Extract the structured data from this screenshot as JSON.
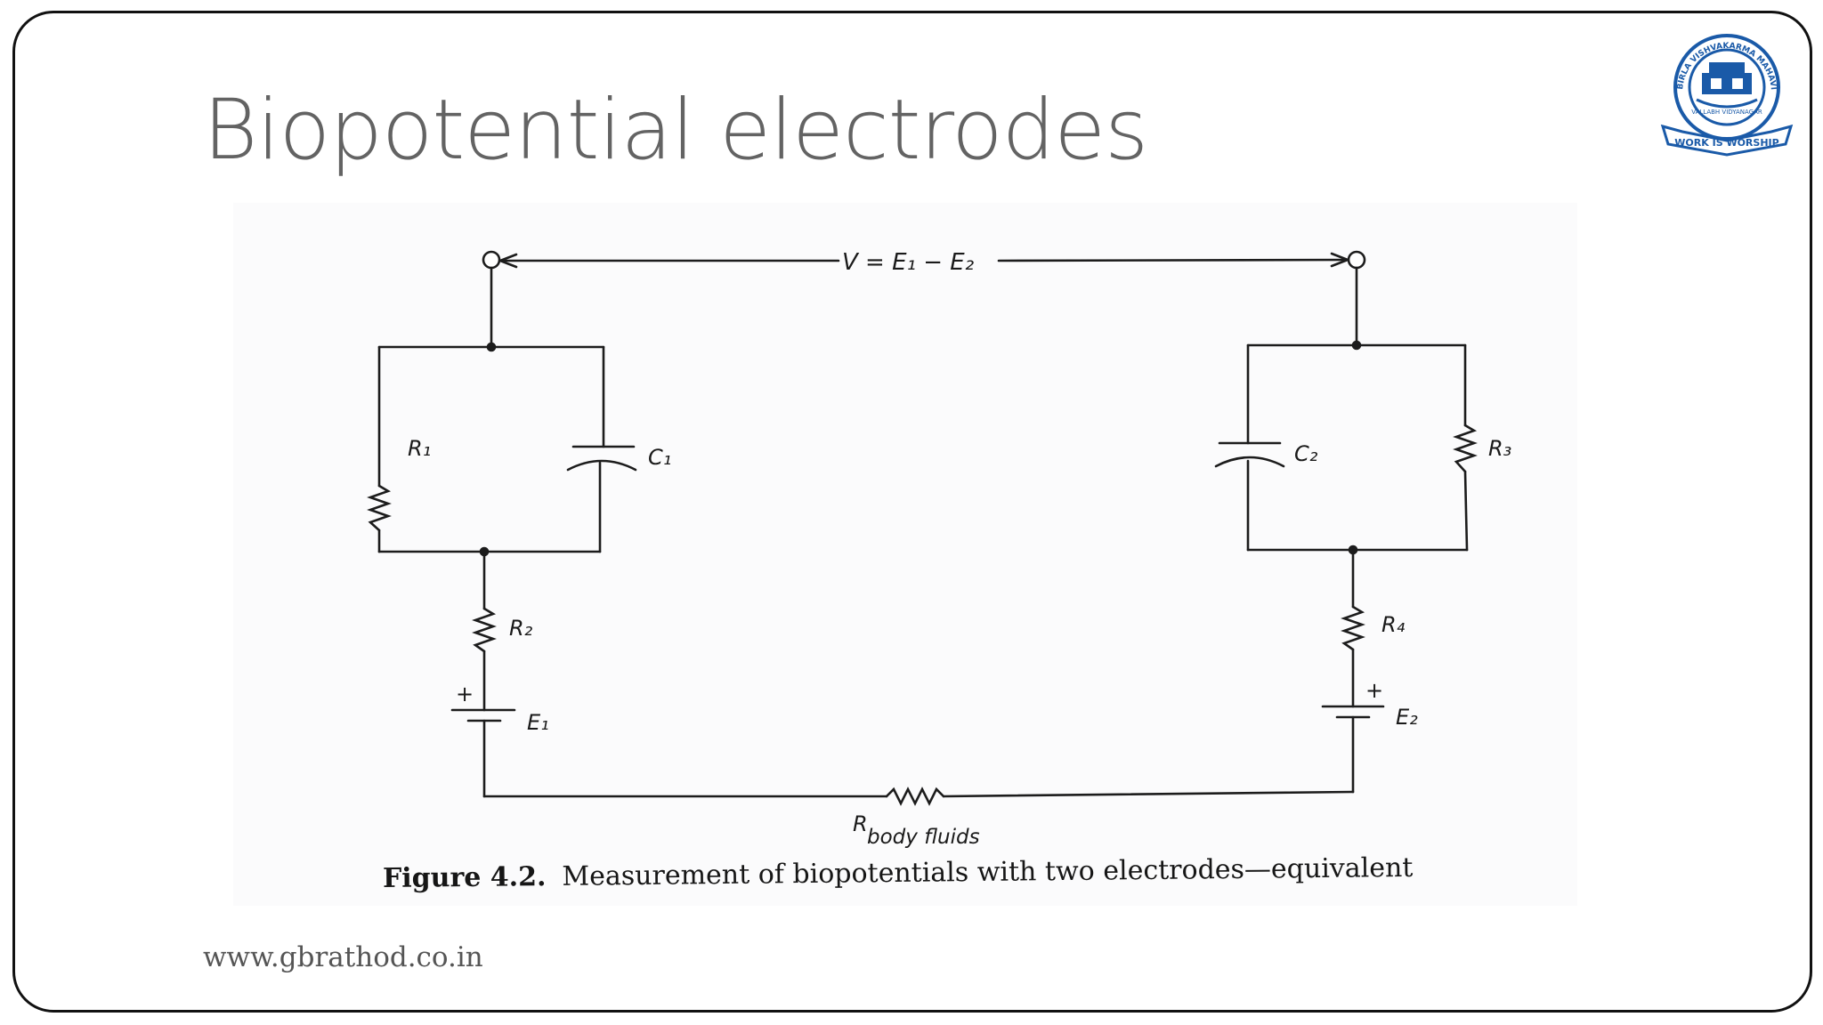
{
  "slide": {
    "title": "Biopotential electrodes",
    "footer": "www.gbrathod.co.in"
  },
  "logo": {
    "ring_text": "BIRLA VISHVAKARMA MAHAVIDYALAYA",
    "city": "VALLABH VIDYANAGAR",
    "motto": "WORK IS WORSHIP"
  },
  "figure": {
    "voltage_label": "V = E₁ − E₂",
    "components": {
      "R1": "R₁",
      "C1": "C₁",
      "R2": "R₂",
      "E1": "E₁",
      "C2": "C₂",
      "R3": "R₃",
      "R4": "R₄",
      "E2": "E₂",
      "plus": "+",
      "R_body_main": "R",
      "R_body_sub": "body fluids"
    },
    "caption_number": "Figure 4.2.",
    "caption_text": "Measurement of biopotentials with two electrodes—equivalent"
  },
  "colors": {
    "title": "#636363",
    "footer": "#555555",
    "frame": "#111111",
    "logo_blue": "#1a5aa8"
  }
}
